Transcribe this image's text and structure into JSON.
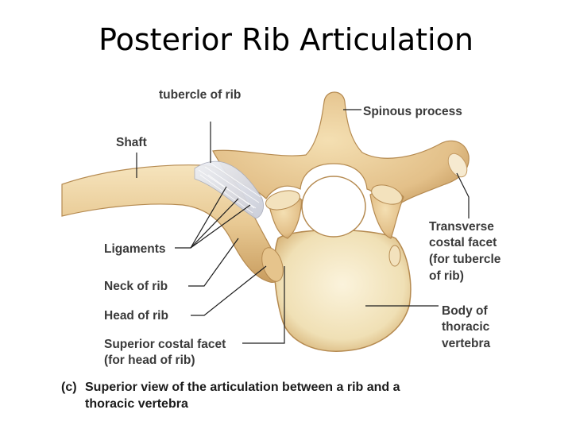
{
  "slide": {
    "title": "Posterior Rib Articulation"
  },
  "labels": {
    "tubercle": "tubercle of rib",
    "spinous": "Spinous process",
    "shaft": "Shaft",
    "transverse_1": "Transverse",
    "transverse_2": "costal facet",
    "transverse_3": "(for tubercle",
    "transverse_4": "of rib)",
    "ligaments": "Ligaments",
    "neck": "Neck of rib",
    "head": "Head of rib",
    "body_1": "Body of",
    "body_2": "thoracic",
    "body_3": "vertebra",
    "superior_1": "Superior costal facet",
    "superior_2": "(for head of rib)"
  },
  "caption": {
    "letter": "(c)",
    "line1": "Superior view of the articulation between a rib and a",
    "line2": "thoracic vertebra"
  },
  "colors": {
    "bone": "#e7c894",
    "bone_light": "#f5e6c4",
    "bone_dark": "#b98a4e",
    "ligament": "#dfe2ea",
    "body_surface": "#f3e6c2"
  }
}
